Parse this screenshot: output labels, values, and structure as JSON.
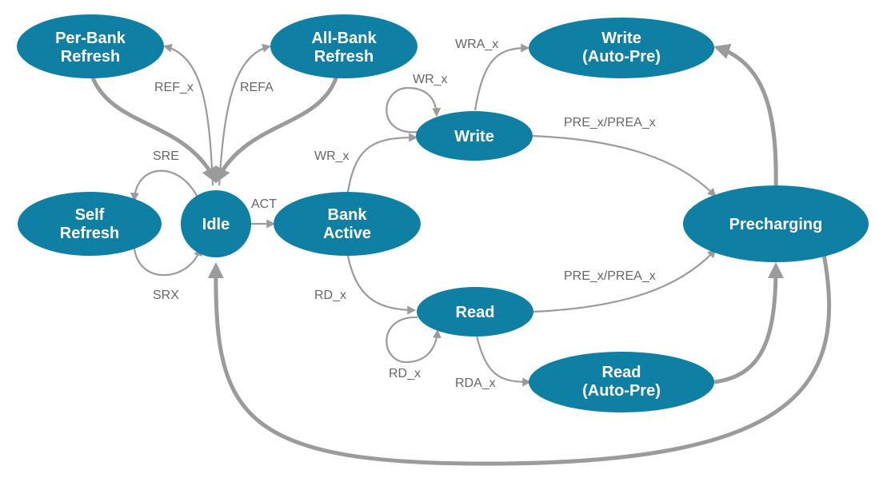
{
  "colors": {
    "state_fill": "#0f7fa4",
    "state_text": "#ffffff",
    "edge": "#9b9b9b",
    "label": "#666666"
  },
  "states": {
    "per_bank_refresh": [
      "Per-Bank",
      "Refresh"
    ],
    "all_bank_refresh": [
      "All-Bank",
      "Refresh"
    ],
    "self_refresh": [
      "Self",
      "Refresh"
    ],
    "idle": [
      "Idle"
    ],
    "bank_active": [
      "Bank",
      "Active"
    ],
    "write": [
      "Write"
    ],
    "write_auto_pre": [
      "Write",
      "(Auto-Pre)"
    ],
    "read": [
      "Read"
    ],
    "read_auto_pre": [
      "Read",
      "(Auto-Pre)"
    ],
    "precharging": [
      "Precharging"
    ]
  },
  "transitions": {
    "ref_x": "REF_x",
    "refa": "REFA",
    "sre": "SRE",
    "srx": "SRX",
    "act": "ACT",
    "wr_x_to_write": "WR_x",
    "wr_x_self": "WR_x",
    "wra_x": "WRA_x",
    "pre_write": "PRE_x/PREA_x",
    "rd_x_to_read": "RD_x",
    "rd_x_self": "RD_x",
    "rda_x": "RDA_x",
    "pre_read": "PRE_x/PREA_x"
  }
}
